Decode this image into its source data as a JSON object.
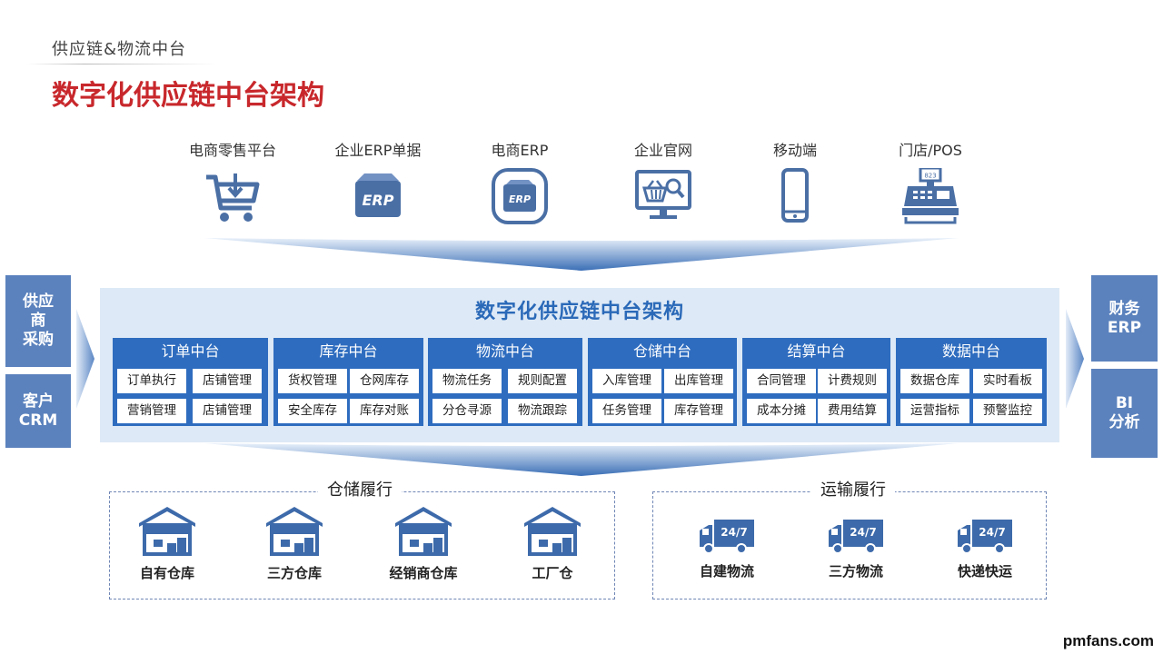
{
  "header": {
    "subtitle": "供应链&物流中台",
    "title": "数字化供应链中台架构"
  },
  "channels": [
    {
      "label": "电商零售平台",
      "icon": "shopping-cart-icon"
    },
    {
      "label": "企业ERP单据",
      "icon": "erp-box-icon",
      "badge": "ERP"
    },
    {
      "label": "电商ERP",
      "icon": "erp-rounded-icon",
      "badge": "ERP"
    },
    {
      "label": "企业官网",
      "icon": "website-monitor-icon"
    },
    {
      "label": "移动端",
      "icon": "mobile-phone-icon"
    },
    {
      "label": "门店/POS",
      "icon": "pos-register-icon",
      "badge": "823"
    }
  ],
  "left_inputs": [
    {
      "label": "供应\n商\n采购"
    },
    {
      "label": "客户\nCRM"
    }
  ],
  "right_outputs": [
    {
      "label": "财务\nERP"
    },
    {
      "label": "BI\n分析"
    }
  ],
  "center": {
    "title": "数字化供应链中台架构",
    "modules": [
      {
        "title": "订单中台",
        "items": [
          "订单执行",
          "店铺管理",
          "营销管理",
          "店铺管理"
        ]
      },
      {
        "title": "库存中台",
        "items": [
          "货权管理",
          "仓网库存",
          "安全库存",
          "库存对账"
        ]
      },
      {
        "title": "物流中台",
        "items": [
          "物流任务",
          "规则配置",
          "分仓寻源",
          "物流跟踪"
        ]
      },
      {
        "title": "仓储中台",
        "items": [
          "入库管理",
          "出库管理",
          "任务管理",
          "库存管理"
        ]
      },
      {
        "title": "结算中台",
        "items": [
          "合同管理",
          "计费规则",
          "成本分摊",
          "费用结算"
        ]
      },
      {
        "title": "数据中台",
        "items": [
          "数据仓库",
          "实时看板",
          "运营指标",
          "预警监控"
        ]
      }
    ]
  },
  "warehousing": {
    "title": "仓储履行",
    "items": [
      {
        "label": "自有仓库",
        "icon": "warehouse-icon"
      },
      {
        "label": "三方仓库",
        "icon": "warehouse-icon"
      },
      {
        "label": "经销商仓库",
        "icon": "warehouse-icon"
      },
      {
        "label": "工厂仓",
        "icon": "warehouse-icon"
      }
    ]
  },
  "transport": {
    "title": "运输履行",
    "truck_badge": "24/7",
    "items": [
      {
        "label": "自建物流",
        "icon": "delivery-truck-icon"
      },
      {
        "label": "三方物流",
        "icon": "delivery-truck-icon"
      },
      {
        "label": "快递快运",
        "icon": "delivery-truck-icon"
      }
    ]
  },
  "watermark": "pmfans.com",
  "colors": {
    "accent_red": "#c8282c",
    "module_blue": "#2e6cbf",
    "side_blue": "#5b82bd",
    "panel_bg": "#dde9f6",
    "icon_blue": "#4a6fa5",
    "title_blue": "#2a69b8"
  }
}
